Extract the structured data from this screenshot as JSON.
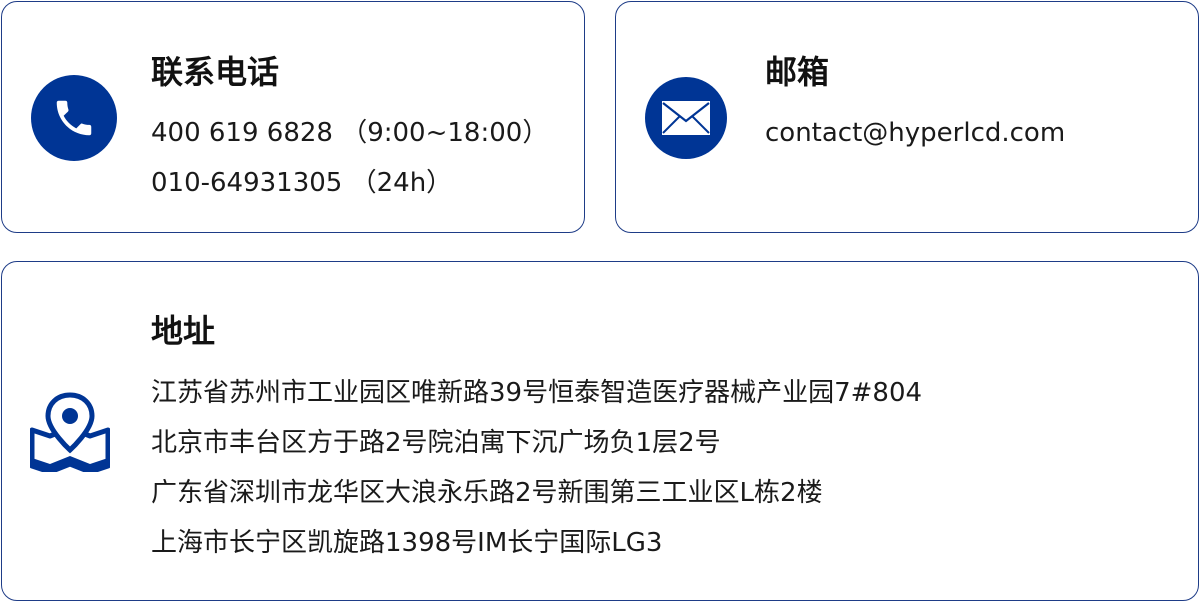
{
  "phone": {
    "title": "联系电话",
    "lines": [
      "400 619 6828 （9:00~18:00）",
      "010-64931305 （24h）"
    ]
  },
  "email": {
    "title": "邮箱",
    "address": "contact@hyperlcd.com"
  },
  "address": {
    "title": "地址",
    "lines": [
      "江苏省苏州市工业园区唯新路39号恒泰智造医疗器械产业园7#804",
      "北京市丰台区方于路2号院泊寓下沉广场负1层2号",
      "广东省深圳市龙华区大浪永乐路2号新围第三工业区L栋2楼",
      "上海市长宁区凯旋路1398号IM长宁国际LG3"
    ]
  },
  "icons": {
    "phone": "phone-icon",
    "email": "mail-icon",
    "address": "map-pin-icon"
  },
  "colors": {
    "accent": "#003595",
    "border": "#1e3c87"
  }
}
